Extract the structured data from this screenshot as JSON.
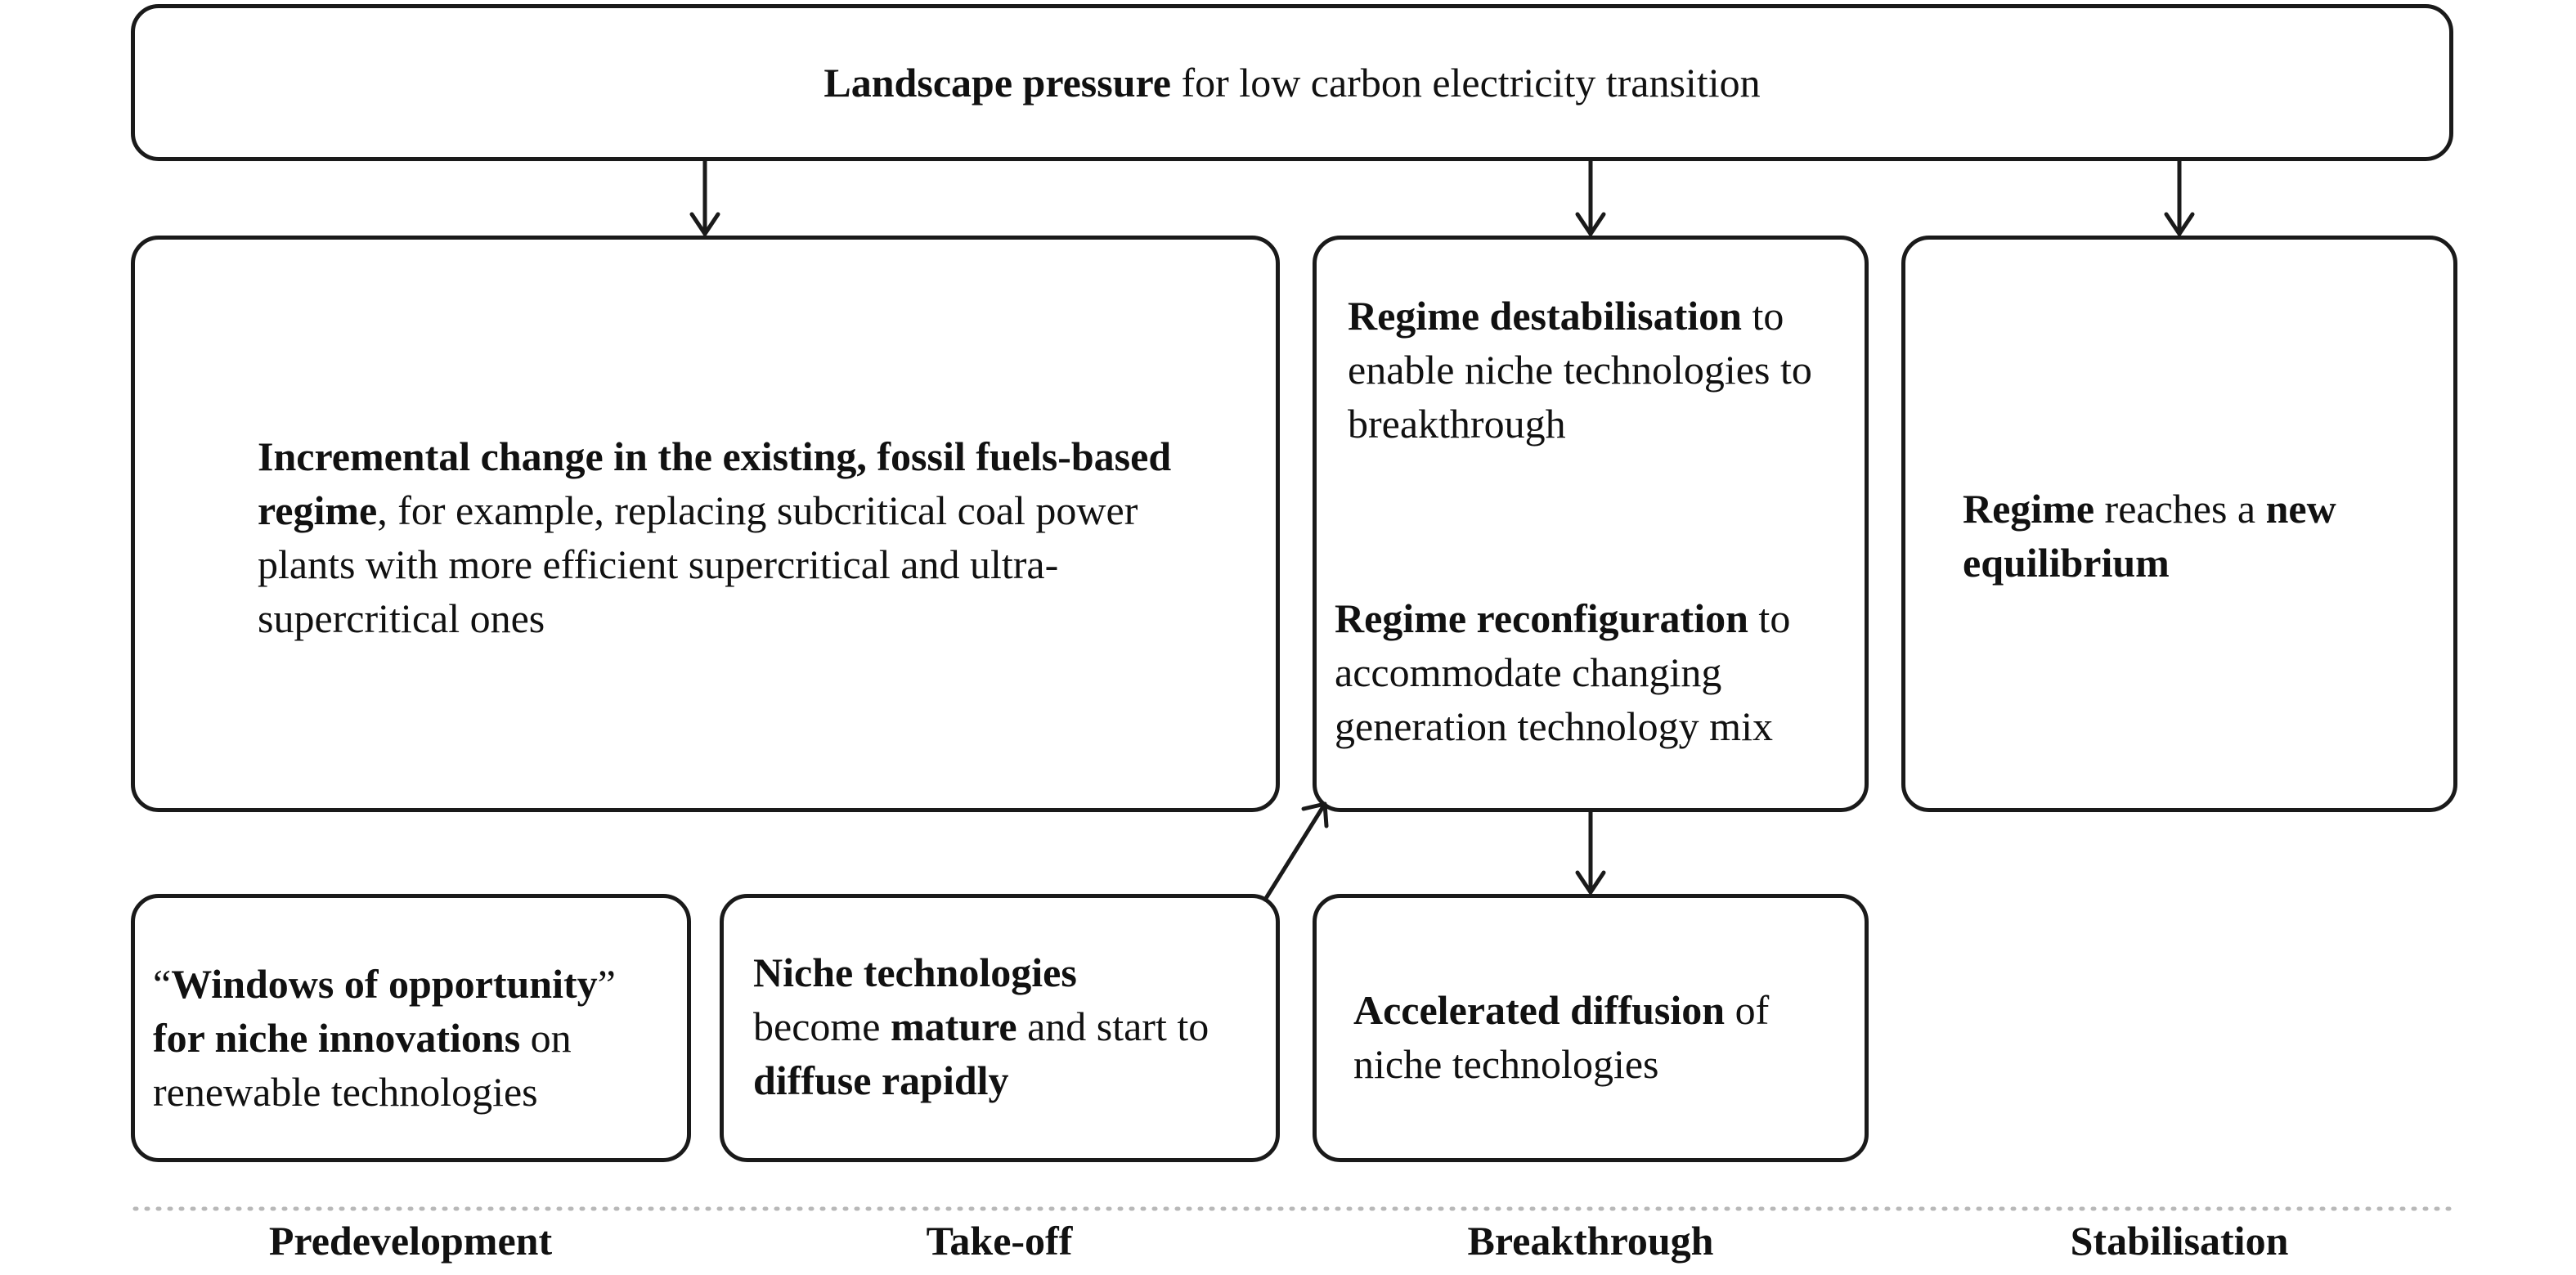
{
  "landscape": {
    "bold": "Landscape pressure",
    "rest": " for low carbon electricity transition"
  },
  "incremental": {
    "bold": "Incremental change in the existing, fossil fuels-based regime",
    "rest": ", for example, replacing subcritical coal power plants with more efficient supercritical and ultra-supercritical ones"
  },
  "destabilisation": {
    "bold": "Regime destabilisation",
    "rest": " to enable niche technologies to breakthrough"
  },
  "reconfiguration": {
    "bold": "Regime reconfiguration",
    "rest": " to accommodate changing generation technology mix"
  },
  "equilibrium": {
    "bold1": "Regime",
    "mid": " reaches a ",
    "bold2": "new equilibrium"
  },
  "windows": {
    "quote_open": "“",
    "bold1": "Windows of opportunity",
    "quote_close": "”",
    "bold2": "for niche innovations",
    "rest": " on renewable technologies"
  },
  "niche": {
    "bold1": "Niche technologies",
    "mid1": "become ",
    "bold2": "mature",
    "mid2": " and start to ",
    "bold3": "diffuse rapidly"
  },
  "diffusion": {
    "bold": "Accelerated diffusion",
    "rest": " of niche technologies"
  },
  "phases": [
    "Predevelopment",
    "Take-off",
    "Breakthrough",
    "Stabilisation"
  ]
}
